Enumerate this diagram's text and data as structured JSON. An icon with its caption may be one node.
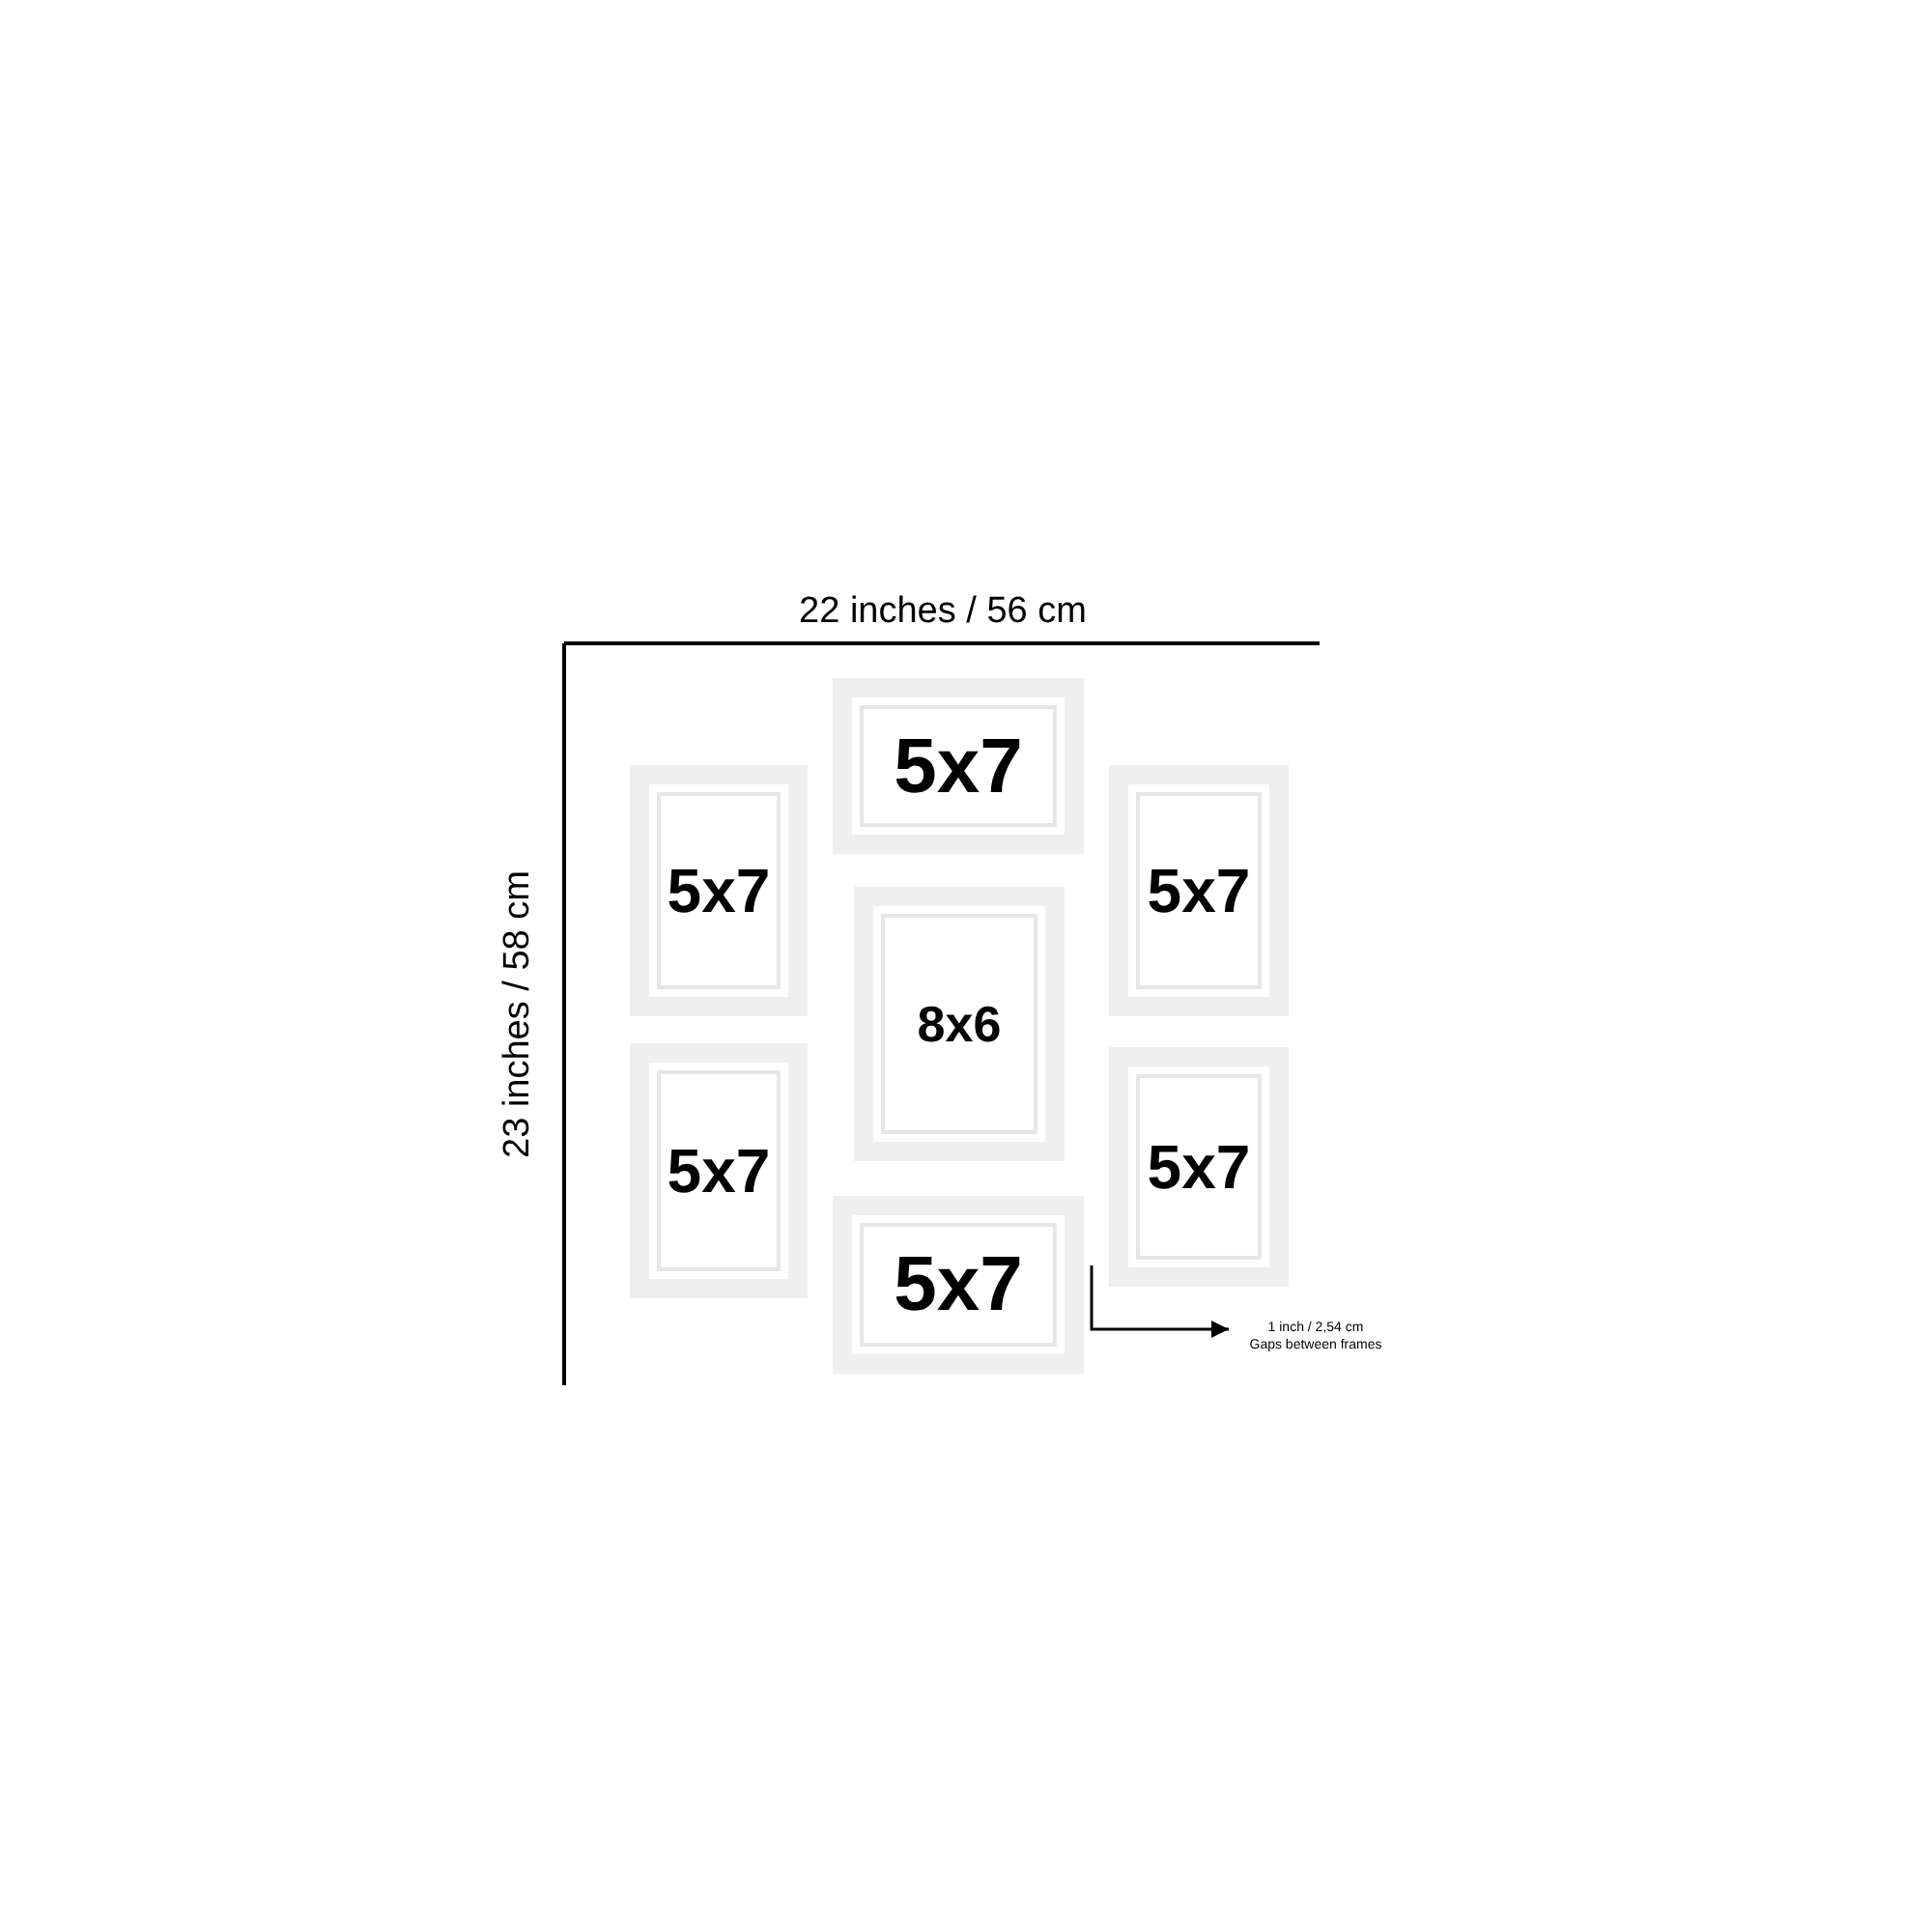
{
  "diagram": {
    "nodes": [
      {
        "text": [
          "5x7"
        ]
      },
      {
        "text": [
          "5x7"
        ]
      },
      {
        "text": [
          "5x7"
        ]
      },
      {
        "text": [
          "8x6"
        ]
      },
      {
        "text": [
          "5x7"
        ]
      },
      {
        "text": [
          "5x7"
        ]
      },
      {
        "text": [
          "5x7"
        ]
      },
      {
        "text": [
          "1 inch / 2,54 cm",
          "Gaps between frames"
        ]
      }
    ],
    "edges": [
      {
        "from": 6,
        "to": 7,
        "arrow": "to"
      }
    ],
    "labels": [
      "22 inches / 56 cm",
      "23 inches / 58 cm"
    ]
  }
}
